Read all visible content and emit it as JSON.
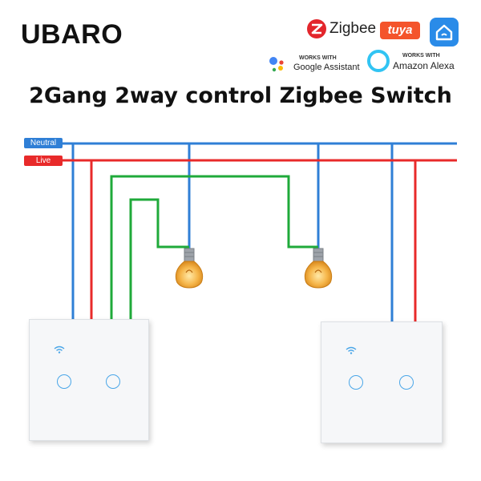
{
  "brand": "UBARO",
  "logos": {
    "zigbee": "Zigbee",
    "tuya": "tuya",
    "google": {
      "works_with": "WORKS WITH",
      "name": "Google Assistant"
    },
    "alexa": {
      "works_with": "WORKS WITH",
      "name": "Amazon Alexa"
    }
  },
  "title": "2Gang 2way control Zigbee Switch",
  "wires": {
    "neutral_label": "Neutral",
    "live_label": "Live",
    "neutral_color": "#2f7fd6",
    "live_color": "#e82a2a",
    "switch_color": "#1faa3a"
  },
  "icons": [
    "zigbee-icon",
    "tuya-icon",
    "smart-home-icon",
    "google-assistant-icon",
    "alexa-icon",
    "light-bulb-icon",
    "wifi-icon"
  ]
}
